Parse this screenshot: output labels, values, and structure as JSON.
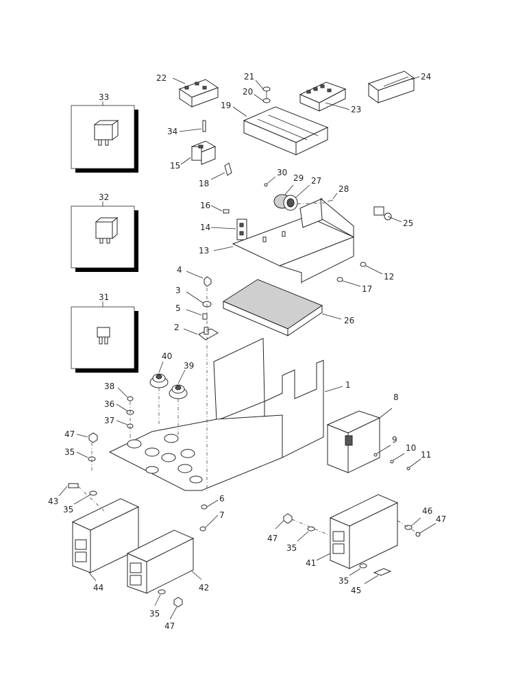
{
  "callouts": {
    "c1": "1",
    "c2": "2",
    "c3": "3",
    "c4": "4",
    "c5": "5",
    "c6": "6",
    "c7": "7",
    "c8": "8",
    "c9": "9",
    "c10": "10",
    "c11": "11",
    "c12": "12",
    "c13": "13",
    "c14": "14",
    "c15": "15",
    "c16": "16",
    "c17": "17",
    "c18": "18",
    "c19": "19",
    "c20": "20",
    "c21": "21",
    "c22": "22",
    "c23": "23",
    "c24": "24",
    "c25": "25",
    "c26": "26",
    "c27": "27",
    "c28": "28",
    "c29": "29",
    "c30": "30",
    "c31": "31",
    "c32": "32",
    "c33": "33",
    "c34": "34",
    "c35": "35",
    "c36": "36",
    "c37": "37",
    "c38": "38",
    "c39": "39",
    "c40": "40",
    "c41": "41",
    "c42": "42",
    "c43": "43",
    "c44": "44",
    "c45": "45",
    "c46": "46",
    "c47": "47"
  },
  "colors": {
    "line": "#222222",
    "shadow": "#000000",
    "background": "#ffffff"
  }
}
